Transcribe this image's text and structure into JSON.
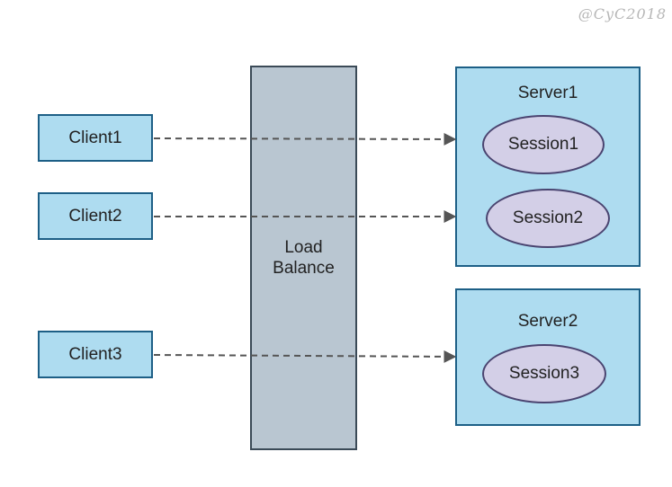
{
  "watermark": "@CyC2018",
  "clients": [
    {
      "label": "Client1"
    },
    {
      "label": "Client2"
    },
    {
      "label": "Client3"
    }
  ],
  "load_balancer": {
    "line1": "Load",
    "line2": "Balance"
  },
  "servers": [
    {
      "title": "Server1",
      "sessions": [
        "Session1",
        "Session2"
      ]
    },
    {
      "title": "Server2",
      "sessions": [
        "Session3"
      ]
    }
  ],
  "colors": {
    "client_fill": "#aedcf0",
    "client_border": "#1d5f86",
    "load_balancer_fill": "#b9c6d1",
    "session_fill": "#d3cfe7",
    "arrow": "#555555"
  }
}
